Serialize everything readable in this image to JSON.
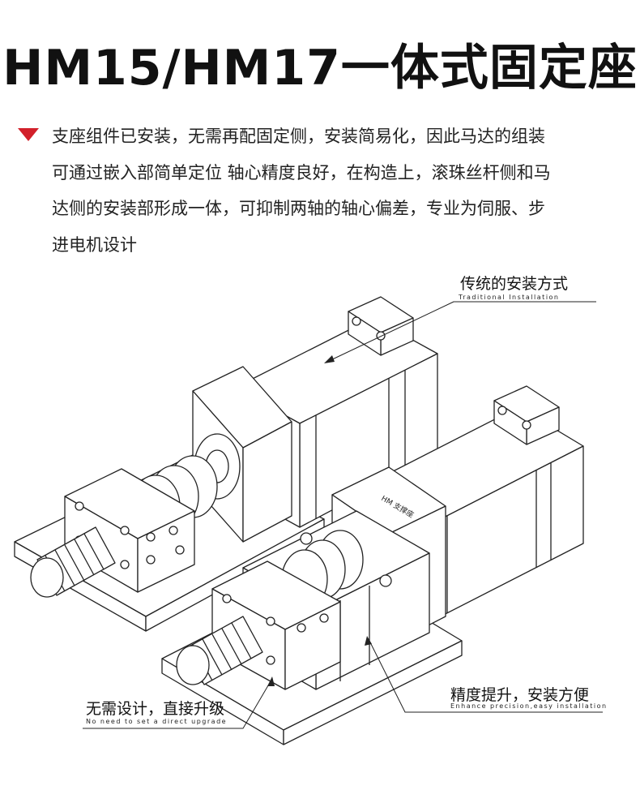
{
  "title": "HM15/HM17一体式固定座",
  "description_lines": [
    "支座组件已安装，无需再配固定侧，安装简易化，因此马达的组装",
    "可通过嵌入部简单定位 轴心精度良好，在构造上，滚珠丝杆侧和马",
    "达侧的安装部形成一体，可抑制两轴的轴心偏差，专业为伺服、步",
    "进电机设计"
  ],
  "callouts": {
    "traditional": {
      "cn": "传统的安装方式",
      "en": "Traditional  Installation"
    },
    "no_design": {
      "cn": "无需设计，直接升级",
      "en": "No need to set a direct upgrade"
    },
    "precision": {
      "cn": "精度提升，安装方便",
      "en": "Enhance precision,easy installation"
    }
  },
  "product_mark": "HM 支撑座",
  "colors": {
    "accent": "#d2202a",
    "line": "#222222",
    "fill": "#ffffff"
  }
}
